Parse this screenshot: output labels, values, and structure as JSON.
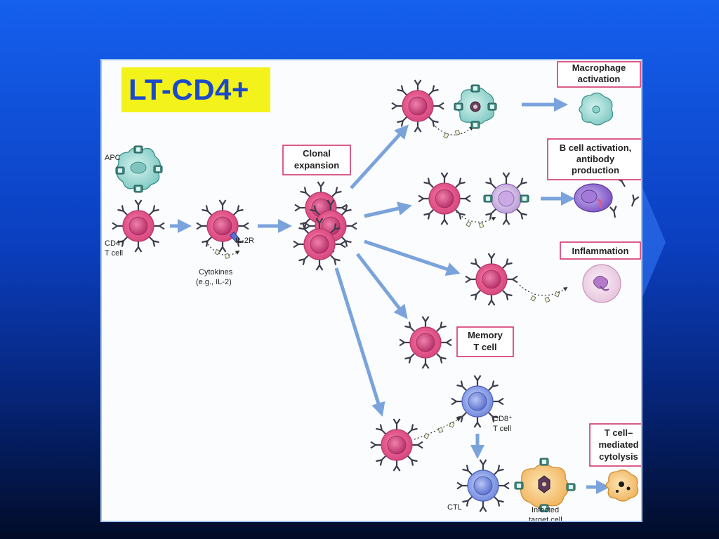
{
  "slide": {
    "title": "LT-CD4+"
  },
  "diagram": {
    "labels": {
      "apc": "APC",
      "cd4_line1": "CD4⁺",
      "cd4_line2": "T cell",
      "il2r": "IL-2R",
      "cytokines_line1": "Cytokines",
      "cytokines_line2": "(e.g., IL-2)",
      "cd8_line1": "CD8⁺",
      "cd8_line2": "T cell",
      "ctl": "CTL",
      "infected_line1": "Infected",
      "infected_line2": "target cell"
    },
    "boxes": {
      "clonal_line1": "Clonal",
      "clonal_line2": "expansion",
      "macro_line1": "Macrophage",
      "macro_line2": "activation",
      "bcell_line1": "B cell activation,",
      "bcell_line2": "antibody",
      "bcell_line3": "production",
      "inflammation": "Inflammation",
      "memory_line1": "Memory",
      "memory_line2": "T cell",
      "cytolysis_line1": "T cell–",
      "cytolysis_line2": "mediated",
      "cytolysis_line3": "cytolysis"
    },
    "colors": {
      "background_top": "#1560ee",
      "background_bottom": "#020c28",
      "title_box": "#f4f21b",
      "title_text": "#1a49c9",
      "tcell_fill": "#e7578b",
      "tcell_inner": "#c43d78",
      "cd8_fill": "#8ea4e8",
      "arrow": "#7aa3dc",
      "label_box_border": "#d3356f"
    }
  }
}
